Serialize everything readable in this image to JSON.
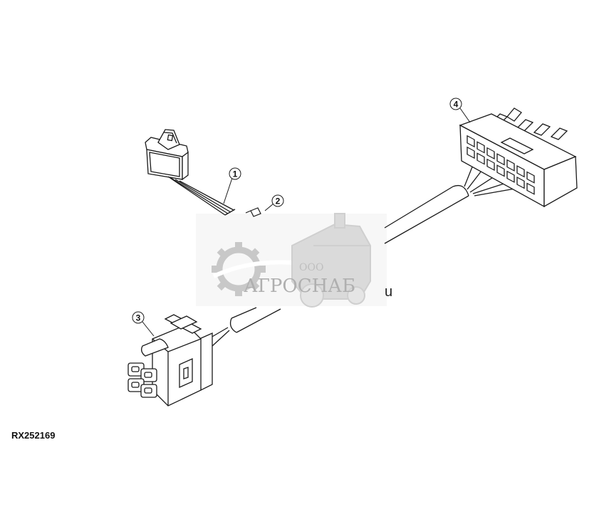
{
  "figure": {
    "reference_code": "RX252169",
    "callouts": [
      {
        "id": "callout-1",
        "label": "1"
      },
      {
        "id": "callout-2",
        "label": "2"
      },
      {
        "id": "callout-3",
        "label": "3"
      },
      {
        "id": "callout-4",
        "label": "4"
      }
    ]
  },
  "watermark": {
    "prefix": "ООО",
    "brand": "АГРОСНАБ",
    "suffix": "u",
    "color": "#b9b9b9"
  },
  "colors": {
    "line": "#1a1a1a",
    "background": "#ffffff"
  }
}
